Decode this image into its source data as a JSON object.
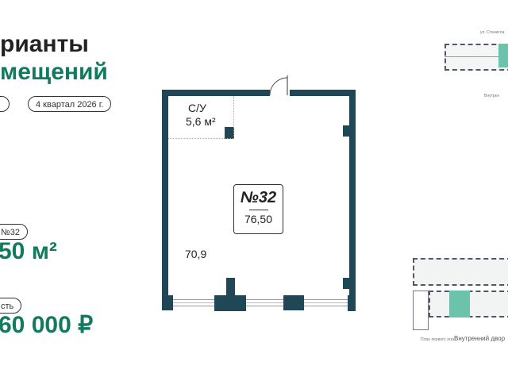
{
  "header": {
    "title_line1": "рианты",
    "title_line2": "мещений"
  },
  "tags": {
    "left_partial": "",
    "deadline": "4 квартал 2026 г."
  },
  "unit": {
    "label_partial": "№32",
    "area": "50 м²",
    "price_label_partial": "сть",
    "price": "60 000 ₽"
  },
  "plan": {
    "room_bathroom": "С/У",
    "bathroom_area": "5,6 м²",
    "unit_number": "№32",
    "unit_area": "76,50",
    "main_area": "70,9"
  },
  "minimap": {
    "street_label": "ул. Станисла",
    "yard_label": "Внутрен",
    "bottom_label_left": "План первого этажа",
    "bottom_label_right": "Внутренний двор"
  },
  "colors": {
    "accent": "#127a5f",
    "wall": "#1f4756",
    "highlight": "#6cc3ab"
  }
}
